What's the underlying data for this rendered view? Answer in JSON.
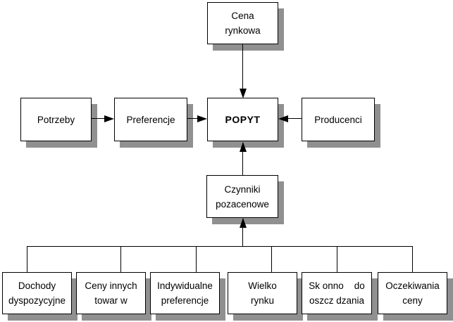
{
  "diagram": {
    "language": "pl",
    "colors": {
      "box_border": "#000000",
      "box_fill": "#ffffff",
      "shadow": "#909090",
      "line": "#000000",
      "text": "#000000",
      "bg": "#ffffff"
    },
    "nodes": {
      "cena_rynkowa": {
        "label": "Cena\nrynkowa"
      },
      "potrzeby": {
        "label": "Potrzeby"
      },
      "preferencje": {
        "label": "Preferencje"
      },
      "popyt": {
        "label": "POPYT"
      },
      "producenci": {
        "label": "Producenci"
      },
      "czynniki": {
        "label": "Czynniki\npozacenowe"
      },
      "dochody": {
        "label": "Dochody\ndyspozycyjne"
      },
      "ceny_innych": {
        "label": "Ceny innych\ntowar w"
      },
      "indywidualne": {
        "label": "Indywidualne\npreferencje"
      },
      "wielkosc": {
        "label": "Wielko\nrynku"
      },
      "sklonnosc": {
        "label": "Sk onno    do\noszcz dzania"
      },
      "oczekiwania": {
        "label": "Oczekiwania\nceny"
      }
    },
    "connections": [
      {
        "from": "Cena rynkowa",
        "to": "POPYT"
      },
      {
        "from": "Potrzeby",
        "to": "Preferencje"
      },
      {
        "from": "Preferencje",
        "to": "POPYT"
      },
      {
        "from": "Producenci",
        "to": "POPYT"
      },
      {
        "from": "Czynniki pozacenowe",
        "to": "POPYT"
      },
      {
        "from": "Dochody dyspozycyjne",
        "to": "Czynniki pozacenowe"
      },
      {
        "from": "Ceny innych towar w",
        "to": "Czynniki pozacenowe"
      },
      {
        "from": "Indywidualne preferencje",
        "to": "Czynniki pozacenowe"
      },
      {
        "from": "Wielko rynku",
        "to": "Czynniki pozacenowe"
      },
      {
        "from": "Sk onno do oszcz dzania",
        "to": "Czynniki pozacenowe"
      },
      {
        "from": "Oczekiwania ceny",
        "to": "Czynniki pozacenowe"
      }
    ]
  }
}
